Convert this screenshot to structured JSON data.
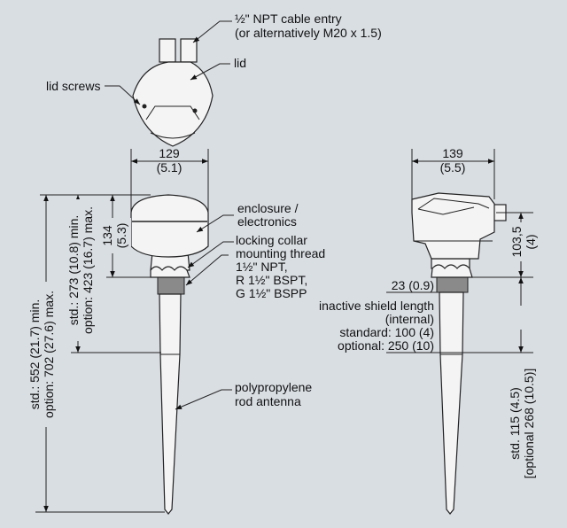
{
  "top_view": {
    "cable_entry_line1": "½\" NPT cable entry",
    "cable_entry_line2": "(or alternatively M20 x 1.5)",
    "lid": "lid",
    "lid_screws": "lid screws"
  },
  "front_view": {
    "width_mm": "129",
    "width_in": "(5.1)",
    "height_mm": "134",
    "height_in": "(5.3)",
    "shield_dim_line1": "std.: 273 (10.8) min.",
    "shield_dim_line2": "option: 423 (16.7) max.",
    "total_dim_line1": "std.: 552 (21.7) min.",
    "total_dim_line2": "option: 702 (27.6) max.",
    "enclosure_line1": "enclosure /",
    "enclosure_line2": "electronics",
    "collar_lines": [
      "locking collar",
      "mounting thread",
      "1½\" NPT,",
      "R 1½\" BSPT,",
      "G 1½\" BSPP"
    ],
    "antenna_line1": "polypropylene",
    "antenna_line2": "rod antenna"
  },
  "side_view": {
    "width_mm": "139",
    "width_in": "(5.5)",
    "height_mm": "103,5",
    "height_in": "(4)",
    "thread_dim": "23 (0.9)",
    "shield_lines": [
      "inactive shield length",
      "(internal)",
      "standard: 100 (4)",
      "optional: 250 (10)"
    ],
    "rod_dim_line1": "std. 115 (4.5)",
    "rod_dim_line2": "[optional 268 (10.5)]"
  }
}
